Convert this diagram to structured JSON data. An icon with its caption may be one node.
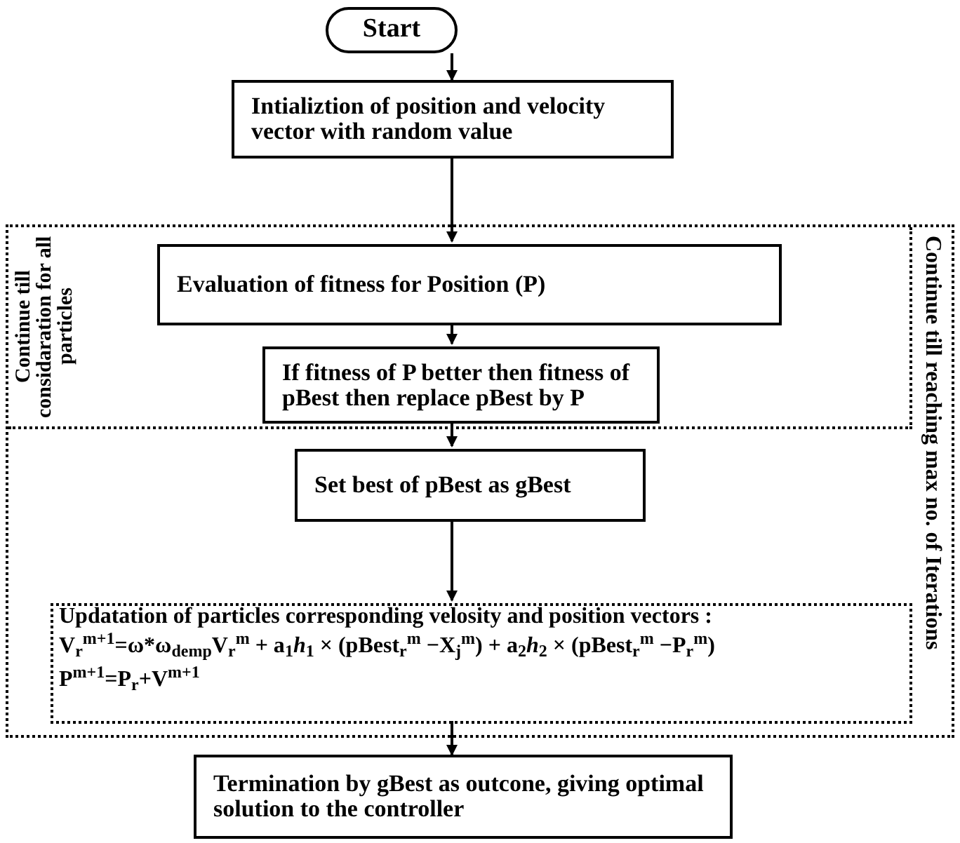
{
  "diagram": {
    "nodes": [
      {
        "text": [
          "Start"
        ]
      },
      {
        "text": [
          "Intializtion of position and velocity vector with random value"
        ]
      },
      {
        "text": [
          "Continue till reaching max no. of Iterations"
        ]
      },
      {
        "text": [
          "Continue till considaration for all particles"
        ],
        "in": 2
      },
      {
        "text": [
          "Evaluation of fitness for Position (P)"
        ],
        "in": 3
      },
      {
        "text": [
          "If fitness of P better then fitness of pBest then replace pBest by P"
        ],
        "in": 3
      },
      {
        "text": [
          "Set best of pBest as gBest"
        ],
        "in": 2
      },
      {
        "text": [
          "Updatation of particles corresponding velosity and position vectors :",
          "V$_{r}$$^{m+1}$=ω*ω$_{demp}$V$_{r}$$^{m}$ + a$_{1}$*h*$_{1}$ × (pBest$_{r}$$^{m}$ −X$_{j}$$^{m}$) + a$_{2}$*h*$_{2}$ × (pBest$_{r}$$^{m}$ −P$_{r}$$^{m}$)",
          "P$^{m+1}$=P$_{r}$+V$^{m+1}$"
        ],
        "in": 2
      },
      {
        "text": [
          "Termination by gBest as outcone, giving optimal solution to the controller"
        ]
      }
    ],
    "edges": [
      {
        "from": 0,
        "to": 1,
        "arrow": "to"
      },
      {
        "from": 1,
        "to": 4,
        "arrow": "to"
      },
      {
        "from": 4,
        "to": 5,
        "arrow": "to"
      },
      {
        "from": 5,
        "to": 6,
        "arrow": "to"
      },
      {
        "from": 6,
        "to": 7,
        "arrow": "to"
      },
      {
        "from": 7,
        "to": 8,
        "arrow": "to"
      }
    ]
  }
}
